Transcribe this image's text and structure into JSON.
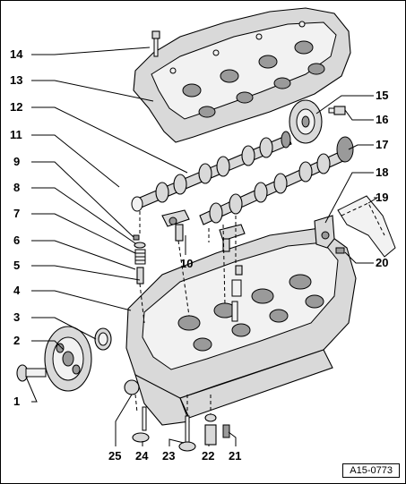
{
  "reference_code": "A15-0773",
  "callouts": [
    {
      "id": "c1",
      "label": "1"
    },
    {
      "id": "c2",
      "label": "2"
    },
    {
      "id": "c3",
      "label": "3"
    },
    {
      "id": "c4",
      "label": "4"
    },
    {
      "id": "c5",
      "label": "5"
    },
    {
      "id": "c6",
      "label": "6"
    },
    {
      "id": "c7",
      "label": "7"
    },
    {
      "id": "c8",
      "label": "8"
    },
    {
      "id": "c9",
      "label": "9"
    },
    {
      "id": "c10",
      "label": "10"
    },
    {
      "id": "c11",
      "label": "11"
    },
    {
      "id": "c12",
      "label": "12"
    },
    {
      "id": "c13",
      "label": "13"
    },
    {
      "id": "c14",
      "label": "14"
    },
    {
      "id": "c15",
      "label": "15"
    },
    {
      "id": "c16",
      "label": "16"
    },
    {
      "id": "c17",
      "label": "17"
    },
    {
      "id": "c18",
      "label": "18"
    },
    {
      "id": "c19",
      "label": "19"
    },
    {
      "id": "c20",
      "label": "20"
    },
    {
      "id": "c21",
      "label": "21"
    },
    {
      "id": "c22",
      "label": "22"
    },
    {
      "id": "c23",
      "label": "23"
    },
    {
      "id": "c24",
      "label": "24"
    },
    {
      "id": "c25",
      "label": "25"
    }
  ]
}
